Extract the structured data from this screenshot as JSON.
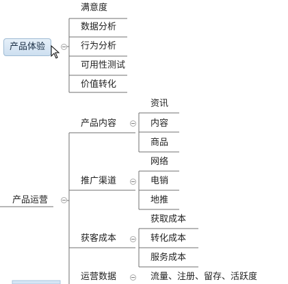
{
  "branch_experience": {
    "label": "产品体验",
    "children": [
      "满意度",
      "数据分析",
      "行为分析",
      "可用性测试",
      "价值转化"
    ]
  },
  "branch_operation": {
    "label": "产品运营",
    "content": {
      "label": "产品内容",
      "children": [
        "资讯",
        "内容",
        "商品"
      ]
    },
    "channel": {
      "label": "推广渠道",
      "children": [
        "网络",
        "电销",
        "地推"
      ]
    },
    "cost": {
      "label": "获客成本",
      "children": [
        "获取成本",
        "转化成本",
        "服务成本"
      ]
    },
    "data": {
      "label": "运营数据",
      "children": [
        "流量、注册、留存、活跃度"
      ]
    }
  }
}
